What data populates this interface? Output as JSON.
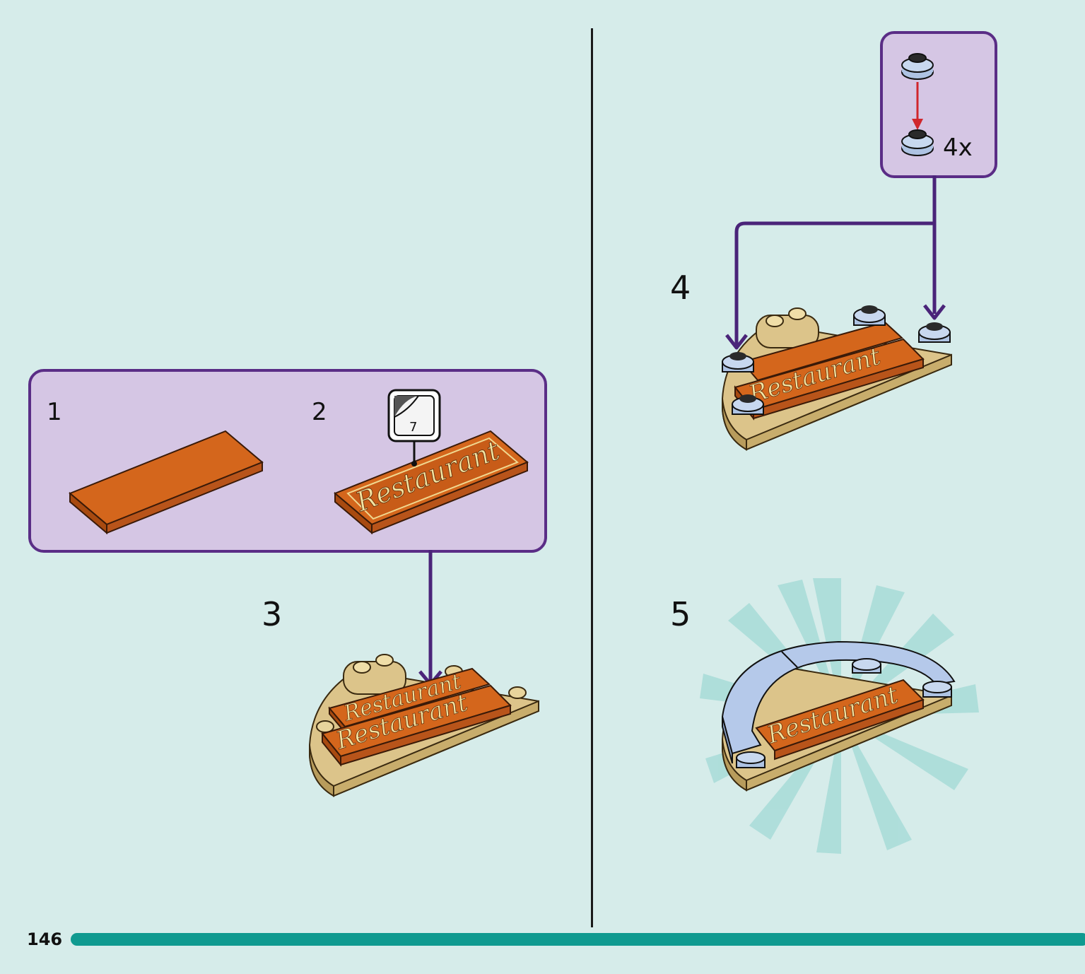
{
  "page": {
    "number": "146"
  },
  "steps": {
    "s1": "1",
    "s2": "2",
    "s3": "3",
    "s4": "4",
    "s5": "5"
  },
  "sticker": {
    "number": "7"
  },
  "brick": {
    "label": "Restaurant"
  },
  "quantity": {
    "label": "4x"
  },
  "colors": {
    "background": "#d6ecea",
    "panel_fill": "#d5c6e4",
    "panel_border": "#5a2d86",
    "tile_orange": "#d4661c",
    "base_tan": "#dcc48a",
    "round_plate": "#9fb6d8",
    "progress_bar": "#0f9a90",
    "red_arrow": "#d0262c"
  }
}
